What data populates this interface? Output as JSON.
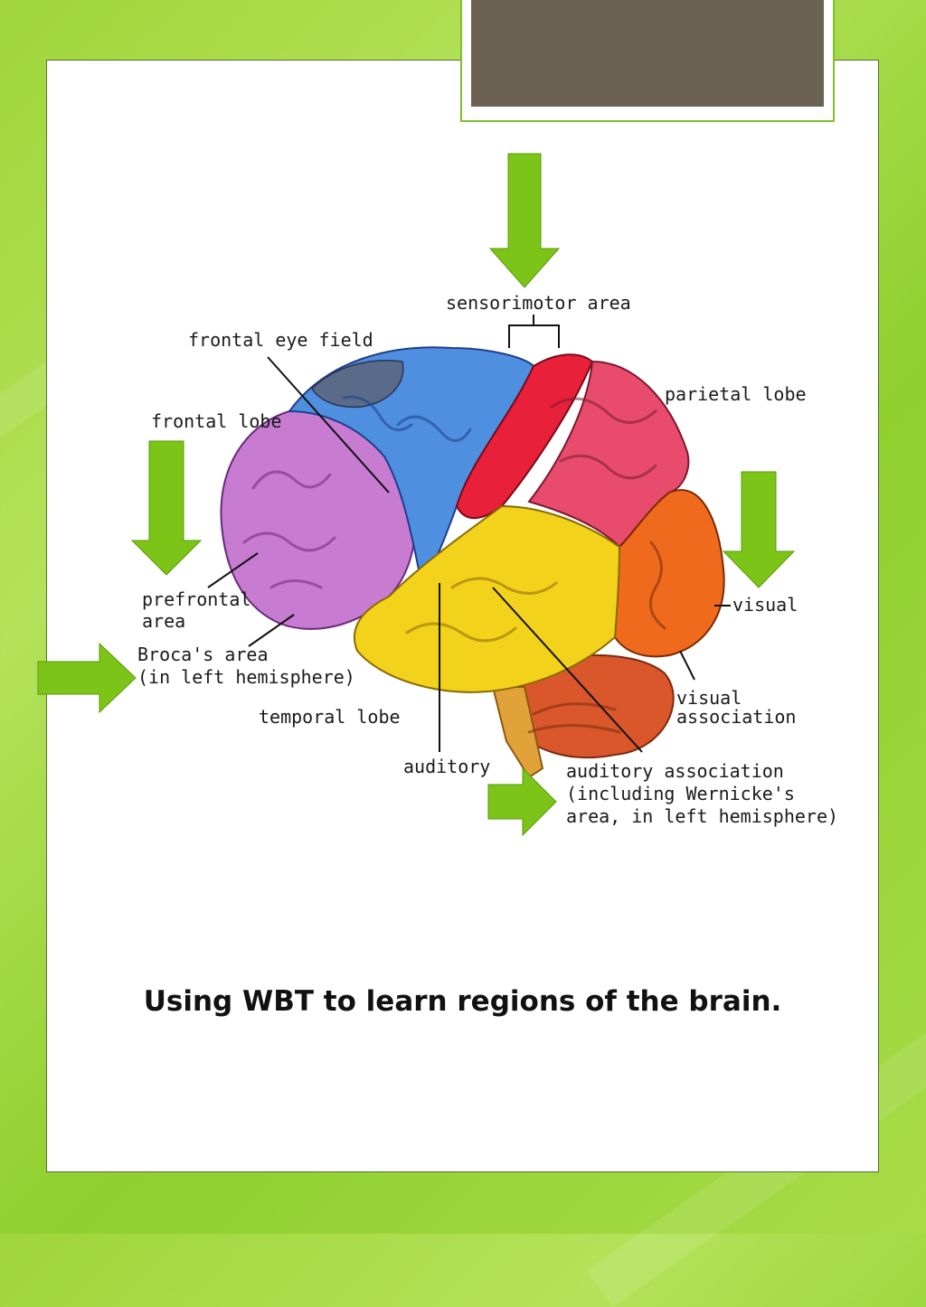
{
  "diagram": {
    "labels": {
      "sensorimotor": "sensorimotor area",
      "frontal_eye_field": "frontal eye field",
      "parietal_lobe": "parietal lobe",
      "frontal_lobe": "frontal lobe",
      "prefrontal_1": "prefrontal",
      "prefrontal_2": "area",
      "visual": "visual",
      "broca_1": "Broca's area",
      "broca_2": "(in left hemisphere)",
      "temporal_lobe": "temporal lobe",
      "visual_assoc_1": "visual",
      "visual_assoc_2": "association",
      "auditory": "auditory",
      "auditory_assoc_1": "auditory association",
      "auditory_assoc_2": "(including Wernicke's",
      "auditory_assoc_3": "area, in left hemisphere)"
    },
    "colors": {
      "frontal": "#c77bd1",
      "motor": "#4f8fe0",
      "sensory": "#e8203a",
      "parietal": "#e84b6b",
      "occipital": "#f06a1e",
      "temporal": "#f2d21a",
      "cerebellum": "#d9572a",
      "arrow": "#7cc417"
    }
  },
  "caption": "Using WBT to learn regions of the brain."
}
